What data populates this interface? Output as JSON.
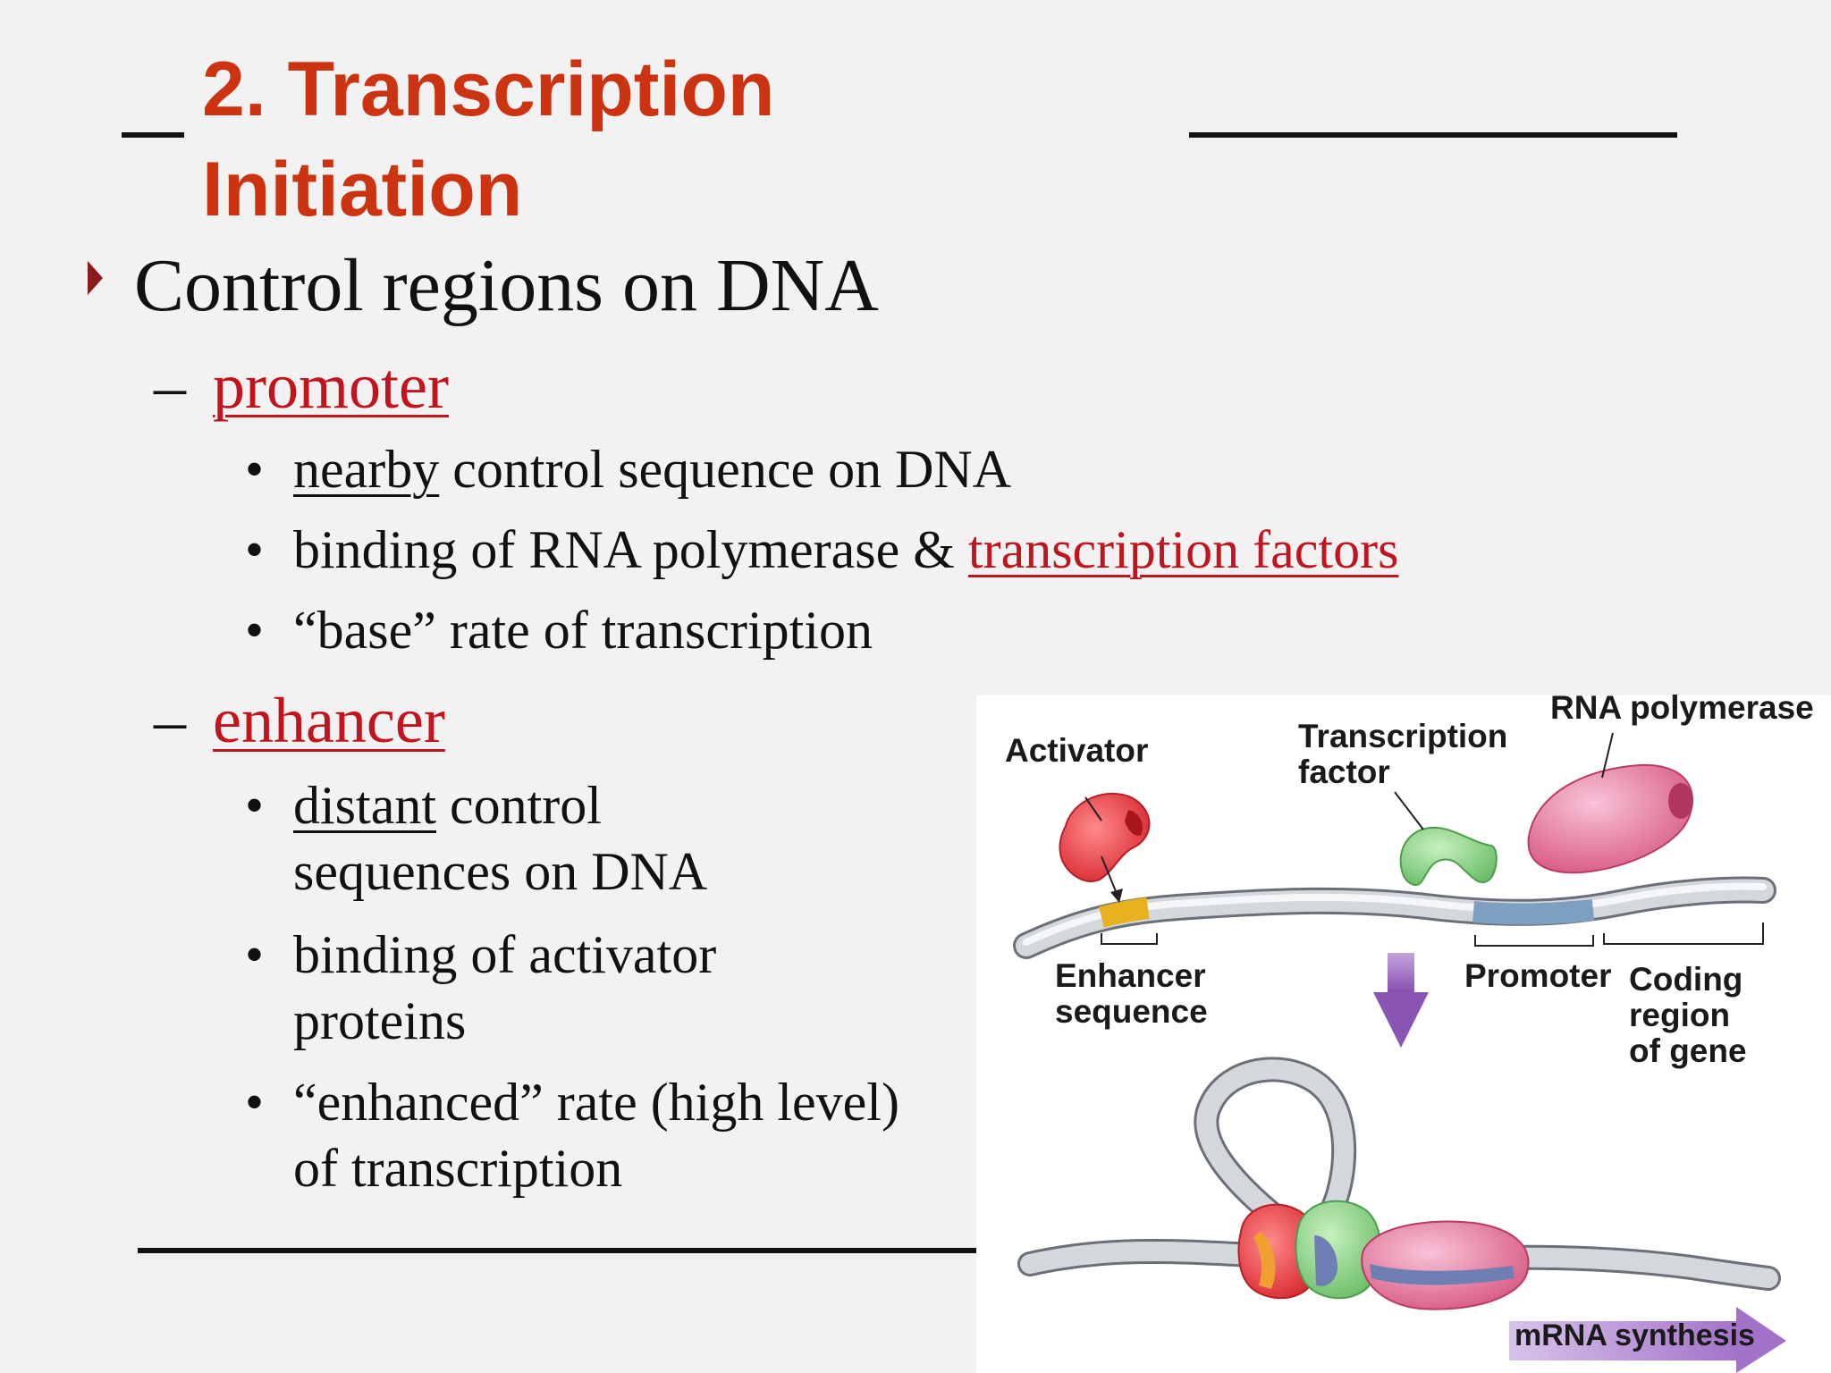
{
  "slide": {
    "title": "2. Transcription Initiation",
    "bullet": "Control regions on DNA",
    "dash_marker": "–",
    "dot_marker": "•",
    "promoter": {
      "heading": "promoter",
      "items": {
        "a_u": "nearby",
        "a_rest": " control sequence on DNA",
        "b_pre": "binding of RNA polymerase & ",
        "b_link": "transcription factors",
        "c": "“base” rate of transcription"
      }
    },
    "enhancer": {
      "heading": "enhancer",
      "items": {
        "a_u": "distant",
        "a_rest1": " control",
        "a_rest2": "sequences on DNA",
        "b1": "binding of activator",
        "b2": "proteins",
        "c1": "“enhanced” rate (high level)",
        "c2": "of transcription"
      }
    }
  },
  "figure": {
    "activator": "Activator",
    "tf1": "Transcription",
    "tf2": "factor",
    "rnapol": "RNA polymerase",
    "enh1": "Enhancer",
    "enh2": "sequence",
    "promoter": "Promoter",
    "coding1": "Coding",
    "coding2": "region",
    "coding3": "of gene",
    "mrna": "mRNA synthesis"
  },
  "colors": {
    "title": "#cc3311",
    "link": "#c0141e",
    "activator": "#e8484a",
    "transcription_factor": "#8fd08a",
    "rna_polymerase": "#e27aa0",
    "enhancer_band": "#e8b21e",
    "promoter_band": "#7f9fc0",
    "arrow": "#8a55b0"
  }
}
